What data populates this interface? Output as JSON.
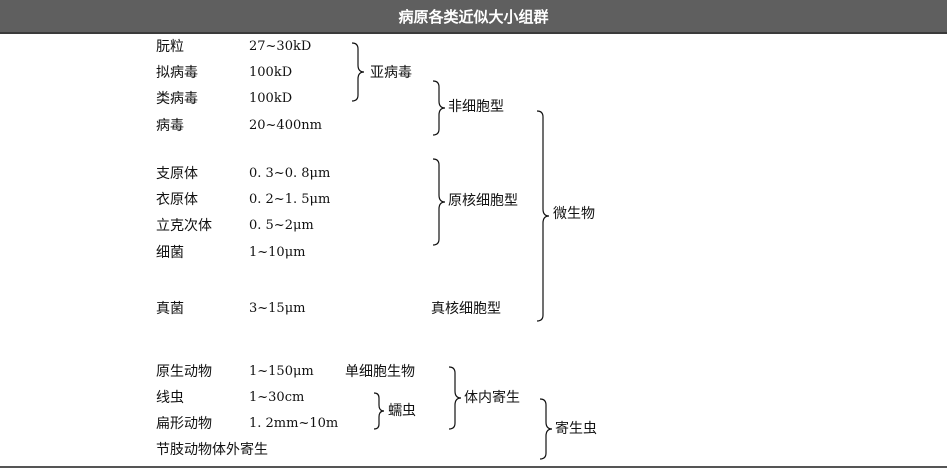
{
  "title": "病原各类近似大小组群",
  "rows": [
    {
      "name": "朊粒",
      "size": "27~30kD"
    },
    {
      "name": "拟病毒",
      "size": "100kD"
    },
    {
      "name": "类病毒",
      "size": "100kD"
    },
    {
      "name": "病毒",
      "size": "20~400nm"
    },
    {
      "name": "支原体",
      "size": "0. 3~0. 8μm"
    },
    {
      "name": "衣原体",
      "size": "0. 2~1. 5μm"
    },
    {
      "name": "立克次体",
      "size": "0. 5~2μm"
    },
    {
      "name": "细菌",
      "size": "1~10μm"
    },
    {
      "name": "真菌",
      "size": "3~15μm"
    },
    {
      "name": "原生动物",
      "size": "1~150μm"
    },
    {
      "name": "线虫",
      "size": "1~30cm"
    },
    {
      "name": "扁形动物",
      "size": "1. 2mm~10m"
    },
    {
      "name": "节肢动物体外寄生",
      "size": ""
    }
  ],
  "groups": {
    "subvirus": "亚病毒",
    "noncellular": "非细胞型",
    "prokaryotic": "原核细胞型",
    "eukaryotic": "真核细胞型",
    "microorganism": "微生物",
    "unicellular": "单细胞生物",
    "helminth": "蠕虫",
    "endoparasite": "体内寄生",
    "parasite": "寄生虫"
  }
}
